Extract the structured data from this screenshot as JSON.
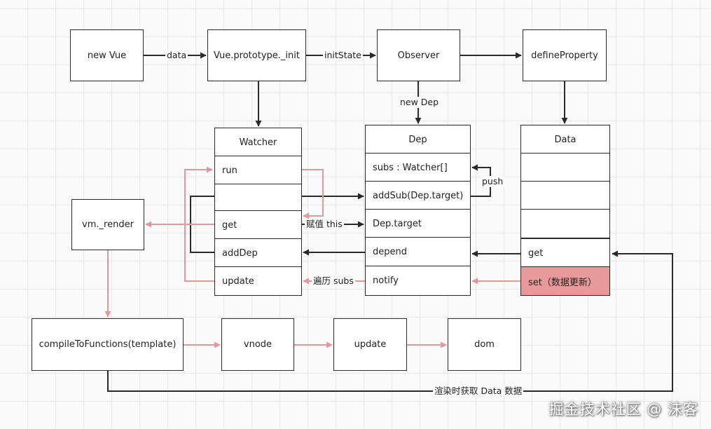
{
  "nodes": {
    "new_vue": "new Vue",
    "vue_init": "Vue.prototype._init",
    "observer": "Observer",
    "define_property": "defineProperty",
    "vm_render": "vm._render",
    "compile": "compileToFunctions(template)",
    "vnode": "vnode",
    "update": "update",
    "dom": "dom"
  },
  "watcher": {
    "title": "Watcher",
    "rows": [
      "run",
      "",
      "get",
      "addDep",
      "update"
    ]
  },
  "dep": {
    "title": "Dep",
    "rows": [
      "subs : Watcher[]",
      "addSub(Dep.target)",
      "Dep.target",
      "depend",
      "notify"
    ]
  },
  "data_box": {
    "title": "Data",
    "rows": [
      "",
      "",
      "",
      "get",
      "set（数据更新）"
    ]
  },
  "edge_labels": {
    "data": "data",
    "init_state": "initState",
    "new_dep": "new Dep",
    "push": "push",
    "assign_this": "赋值 this",
    "traverse_subs": "遍历 subs",
    "render_get_data": "渲染时获取 Data 数据"
  },
  "colors": {
    "line": "#2a2a2a",
    "accent_line": "#e09a9a",
    "highlight": "#e89a9a",
    "grid": "#e6e6e6"
  },
  "watermark": "掘金技术社区 @ 沫客"
}
